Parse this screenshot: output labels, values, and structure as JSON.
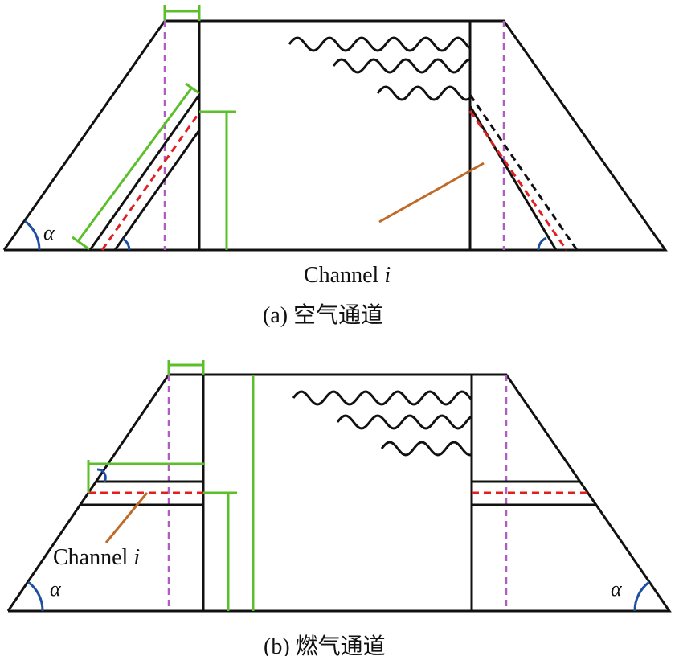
{
  "panel_a": {
    "channel_label": "Channel",
    "channel_index": "i",
    "angle_symbol": "α",
    "caption": "(a) 空气通道"
  },
  "panel_b": {
    "channel_label": "Channel",
    "channel_index": "i",
    "angle_symbol_left": "α",
    "angle_symbol_right": "α",
    "caption": "(b) 燃气通道"
  },
  "colors": {
    "outline": "#111111",
    "dimension": "#5bbf2a",
    "centerline": "#b05cc0",
    "channel_mid": "#e02020",
    "leader": "#c06a28",
    "angle_arc": "#1f4fa0"
  }
}
